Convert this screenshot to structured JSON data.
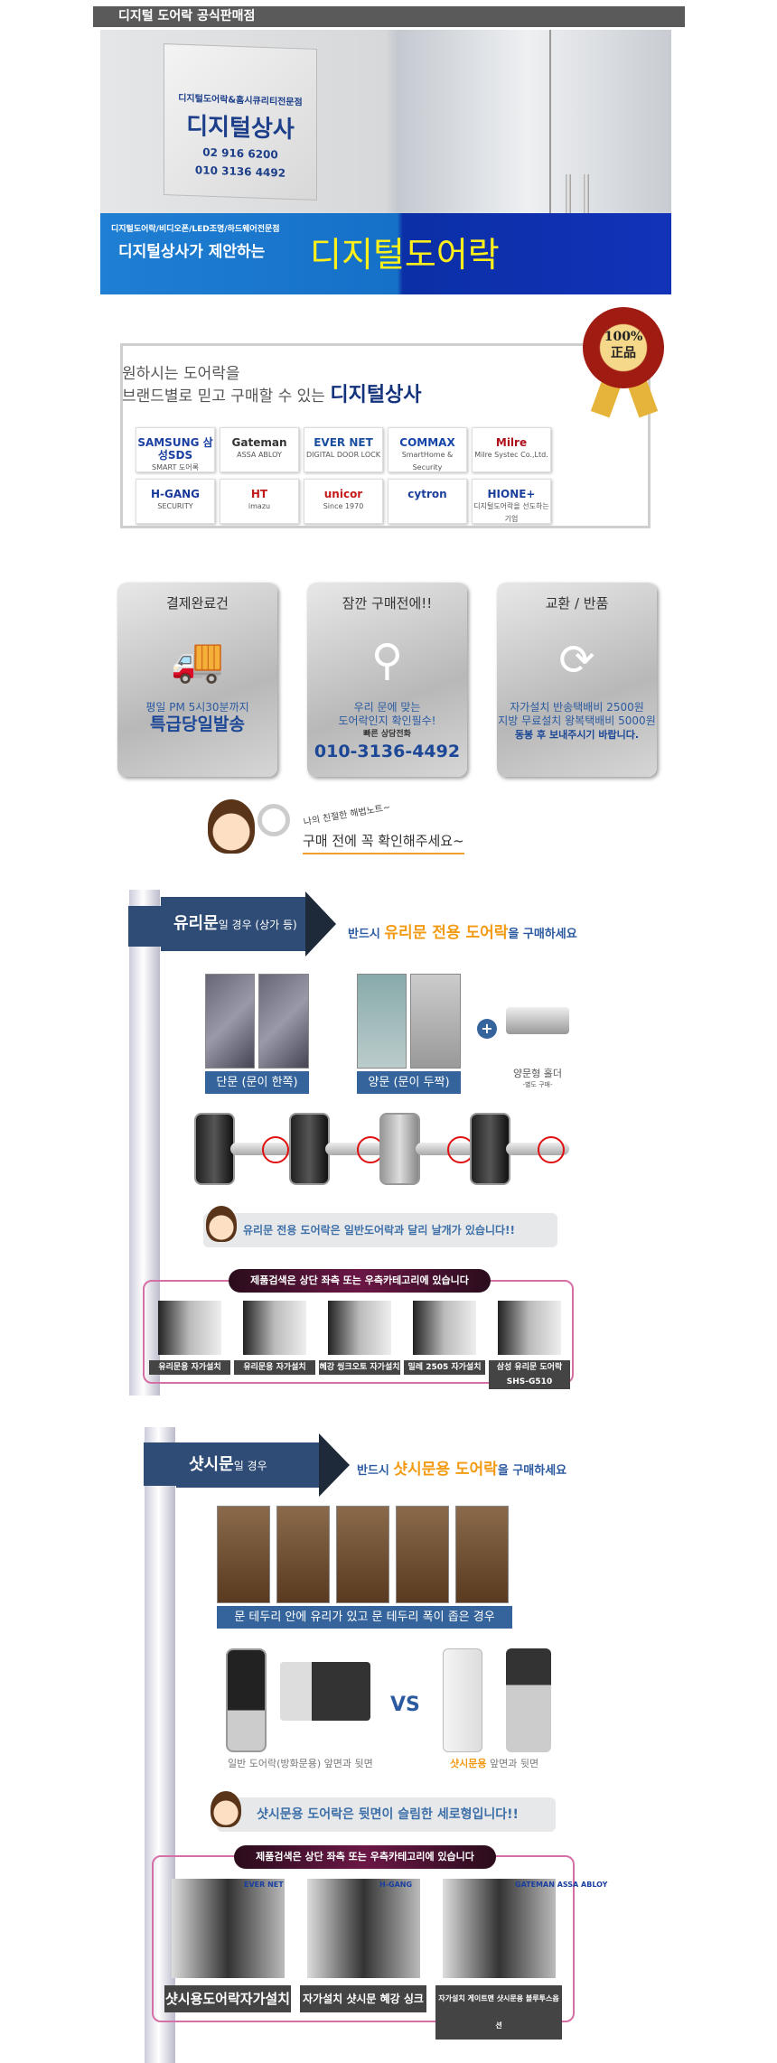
{
  "header": {
    "title": "디지털 도어락 공식판매점"
  },
  "banner": {
    "sign_sub": "디지털도어락&홈시큐리티전문점",
    "sign_name": "디지털상사",
    "phone1": "02 916 6200",
    "phone2": "010 3136 4492",
    "tagline_small": "디지털도어락/비디오폰/LED조명/하드웨어전문점",
    "tagline": "디지털상사가 제안하는",
    "headline": "디지털도어락"
  },
  "brands": {
    "line1": "원하시는 도어락을",
    "line2": "브랜드별로 믿고 구매할 수 있는",
    "store": "디지털상사",
    "seal_line1": "100%",
    "seal_line2": "正品",
    "logos": [
      {
        "name": "SAMSUNG 삼성SDS",
        "sub": "SMART 도어록"
      },
      {
        "name": "Gateman",
        "sub": "ASSA ABLOY"
      },
      {
        "name": "EVER NET",
        "sub": "DIGITAL DOOR LOCK"
      },
      {
        "name": "COMMAX",
        "sub": "SmartHome & Security"
      },
      {
        "name": "Milre",
        "sub": "Milre Systec Co.,Ltd."
      },
      {
        "name": "H-GANG",
        "sub": "SECURITY"
      },
      {
        "name": "HT",
        "sub": "imazu"
      },
      {
        "name": "unicor",
        "sub": "Since 1970"
      },
      {
        "name": "cytron",
        "sub": ""
      },
      {
        "name": "HIONE+",
        "sub": "디지털도어락을 선도하는 기업"
      }
    ],
    "colors": {
      "navy": "#13327c",
      "accent": "#f29a12",
      "blue": "#2b5aa0"
    }
  },
  "cards": [
    {
      "title": "결제완료건",
      "icon": "truck-icon",
      "line1": "평일 PM 5시30분까지",
      "line2": "특급당일발송"
    },
    {
      "title": "잠깐 구매전에!!",
      "icon": "magnifier-icon",
      "line1": "우리 문에 맞는",
      "line1b": "도어락인지 확인필수!",
      "line_small": "빠른 상담전화",
      "line2": "010-3136-4492"
    },
    {
      "title": "교환 / 반품",
      "icon": "refresh-icon",
      "line1": "자가설치 반송택배비 2500원",
      "line1b": "지방 무료설치 왕복택배비 5000원",
      "line2": "동봉 후 보내주시기 바랍니다."
    }
  ],
  "notice": {
    "small": "나의 친절한 해법노트~",
    "main": "구매 전에 꼭 확인해주세요~"
  },
  "glass": {
    "type": "유리문",
    "type_suffix": "일 경우 (상가 등)",
    "must_pre": "반드시",
    "must_hl": "유리문 전용 도어락",
    "must_post": "을 구매하세요",
    "door1": "단문 (문이 한쪽)",
    "door2": "양문 (문이 두짝)",
    "holder": "양문형 홀더",
    "holder_note": "-별도 구매-",
    "tip": "유리문 전용 도어락은 일반도어락과 달리 날개가 있습니다!!",
    "search_note": "제품검색은 상단 좌측 또는 우측카테고리에 있습니다",
    "products": [
      "유리문용 자가설치",
      "유리문용 자가설치",
      "혜강 씽크오토 자가설치",
      "밀레 2505 자가설치",
      "삼성 유리문 도어락 SHS-G510"
    ]
  },
  "sash": {
    "type": "샷시문",
    "type_suffix": "일 경우",
    "must_pre": "반드시",
    "must_hl": "샷시문용 도어락",
    "must_post": "을 구매하세요",
    "photos_caption": "문 테두리 안에 유리가 있고 문 테두리 폭이 좁은 경우",
    "vs": "VS",
    "caption_left": "일반 도어락(방화문용) 앞면과 뒷면",
    "caption_right_hl": "샷시문용",
    "caption_right": "앞면과 뒷면",
    "tip": "샷시문용 도어락은 뒷면이 슬림한 세로형입니다!!",
    "search_note": "제품검색은 상단 좌측 또는 우측카테고리에 있습니다",
    "products": [
      "샷시용도어락자가설치",
      "자가설치 샷시문 혜강 싱크",
      "자가설치 게이트맨 샷시문용 블루투스옵션"
    ],
    "product_brands": [
      "EVER NET",
      "H-GANG",
      "GATEMAN ASSA ABLOY"
    ]
  }
}
